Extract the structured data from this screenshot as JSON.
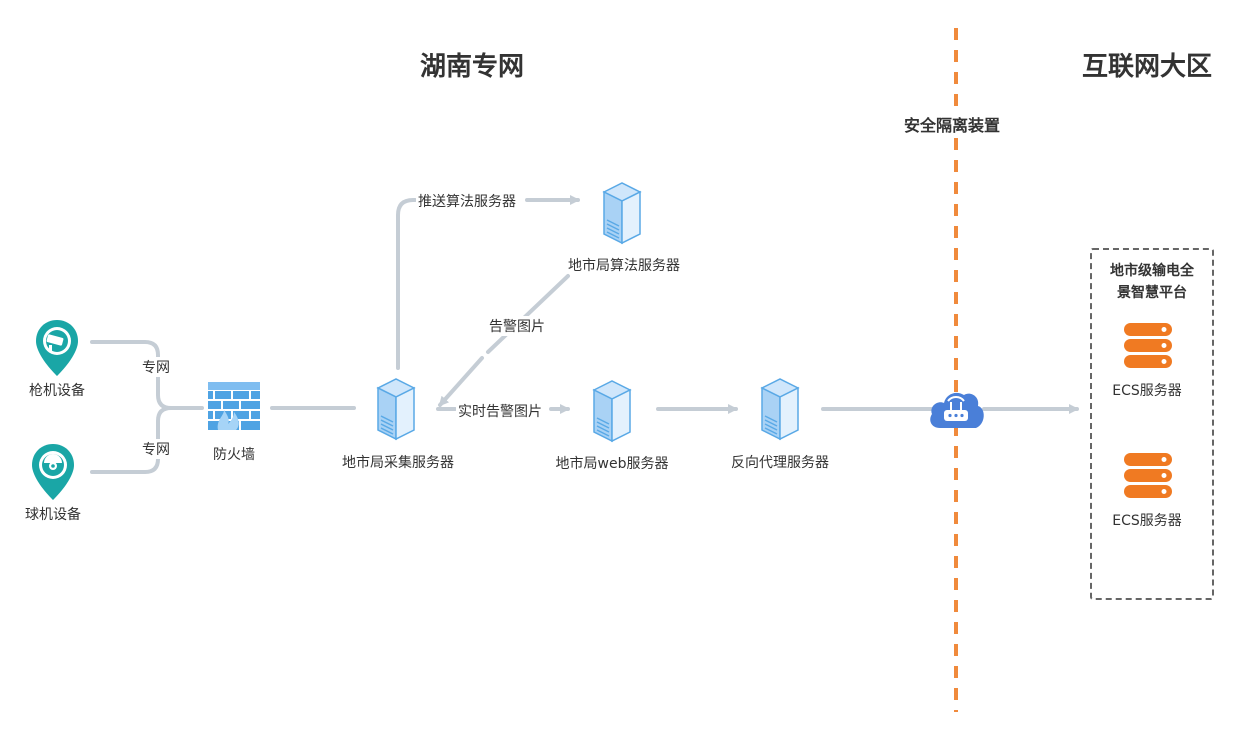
{
  "zones": {
    "private": "湖南专网",
    "internet": "互联网大区",
    "isolation": "安全隔离装置"
  },
  "devices": {
    "gun_camera": "枪机设备",
    "dome_camera": "球机设备",
    "firewall": "防火墙",
    "collection_server": "地市局采集服务器",
    "algorithm_server": "地市局算法服务器",
    "web_server": "地市局web服务器",
    "proxy_server": "反向代理服务器"
  },
  "edges": {
    "private_net_1": "专网",
    "private_net_2": "专网",
    "push_to_algorithm": "推送算法服务器",
    "alarm_image": "告警图片",
    "realtime_alarm_image": "实时告警图片"
  },
  "cloud_platform": {
    "title_line1": "地市级输电全",
    "title_line2": "景智慧平台",
    "ecs_1": "ECS服务器",
    "ecs_2": "ECS服务器"
  },
  "colors": {
    "teal": "#1aa6a6",
    "server_blue": "#5aa9e6",
    "line_gray": "#c5cdd5",
    "isolation_orange": "#f08a3c",
    "ecs_orange": "#f07a22",
    "router_blue": "#4a7fd8"
  },
  "icons": {
    "gun_camera": "camera-pin-icon",
    "dome_camera": "dome-camera-pin-icon",
    "firewall": "brick-wall-icon",
    "server": "tower-server-icon",
    "router": "cloud-router-icon",
    "ecs": "rack-server-icon"
  }
}
